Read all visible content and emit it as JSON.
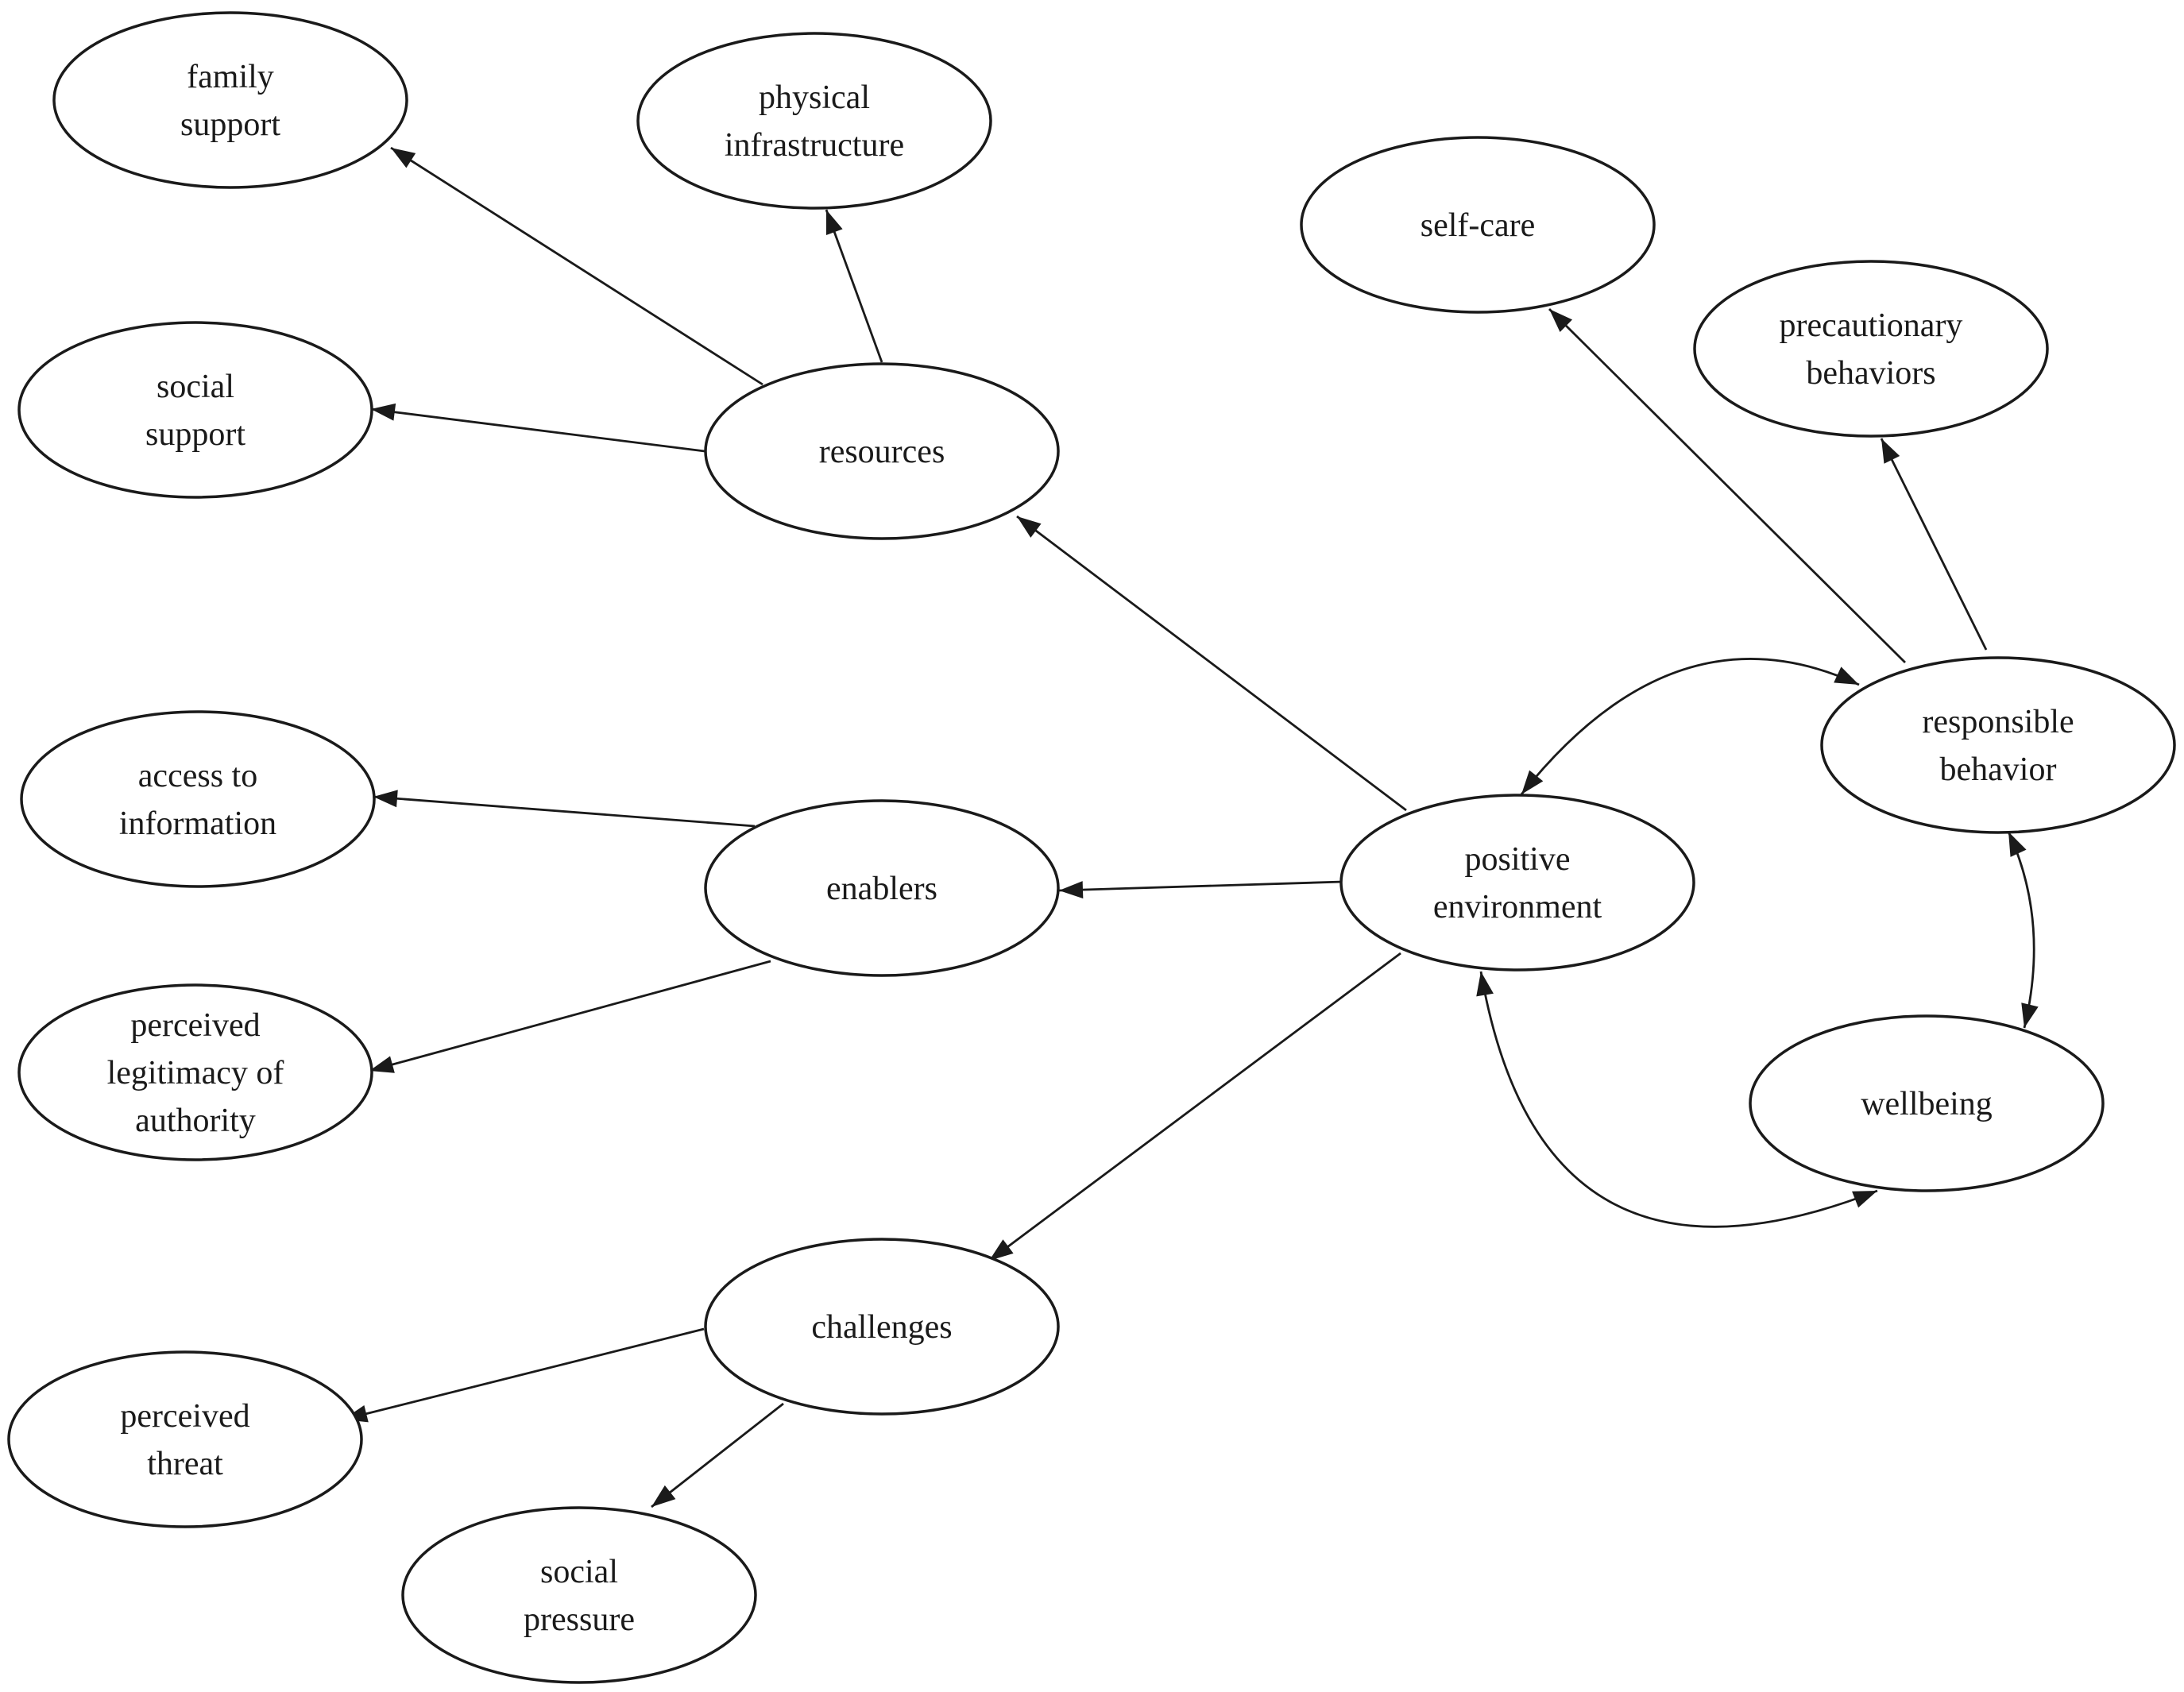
{
  "nodes": [
    {
      "id": "family_support",
      "lines": [
        "family",
        "support"
      ]
    },
    {
      "id": "physical_infrastructure",
      "lines": [
        "physical",
        "infrastructure"
      ]
    },
    {
      "id": "social_support",
      "lines": [
        "social",
        "support"
      ]
    },
    {
      "id": "resources",
      "lines": [
        "resources"
      ]
    },
    {
      "id": "self_care",
      "lines": [
        "self-care"
      ]
    },
    {
      "id": "precautionary_behaviors",
      "lines": [
        "precautionary",
        "behaviors"
      ]
    },
    {
      "id": "responsible_behavior",
      "lines": [
        "responsible",
        "behavior"
      ]
    },
    {
      "id": "access_to_information",
      "lines": [
        "access to",
        "information"
      ]
    },
    {
      "id": "enablers",
      "lines": [
        "enablers"
      ]
    },
    {
      "id": "positive_environment",
      "lines": [
        "positive",
        "environment"
      ]
    },
    {
      "id": "perceived_legitimacy",
      "lines": [
        "perceived",
        "legitimacy of",
        "authority"
      ]
    },
    {
      "id": "wellbeing",
      "lines": [
        "wellbeing"
      ]
    },
    {
      "id": "challenges",
      "lines": [
        "challenges"
      ]
    },
    {
      "id": "perceived_threat",
      "lines": [
        "perceived",
        "threat"
      ]
    },
    {
      "id": "social_pressure",
      "lines": [
        "social",
        "pressure"
      ]
    }
  ],
  "edges": [
    {
      "from": "positive_environment",
      "to": "resources"
    },
    {
      "from": "positive_environment",
      "to": "enablers"
    },
    {
      "from": "positive_environment",
      "to": "challenges"
    },
    {
      "from": "resources",
      "to": "family_support"
    },
    {
      "from": "resources",
      "to": "physical_infrastructure"
    },
    {
      "from": "resources",
      "to": "social_support"
    },
    {
      "from": "enablers",
      "to": "access_to_information"
    },
    {
      "from": "enablers",
      "to": "perceived_legitimacy"
    },
    {
      "from": "challenges",
      "to": "perceived_threat"
    },
    {
      "from": "challenges",
      "to": "social_pressure"
    },
    {
      "from": "responsible_behavior",
      "to": "self_care"
    },
    {
      "from": "responsible_behavior",
      "to": "precautionary_behaviors"
    },
    {
      "from": "positive_environment",
      "to": "responsible_behavior",
      "bidirectional": true
    },
    {
      "from": "responsible_behavior",
      "to": "wellbeing",
      "bidirectional": true
    },
    {
      "from": "positive_environment",
      "to": "wellbeing",
      "bidirectional": true
    }
  ]
}
